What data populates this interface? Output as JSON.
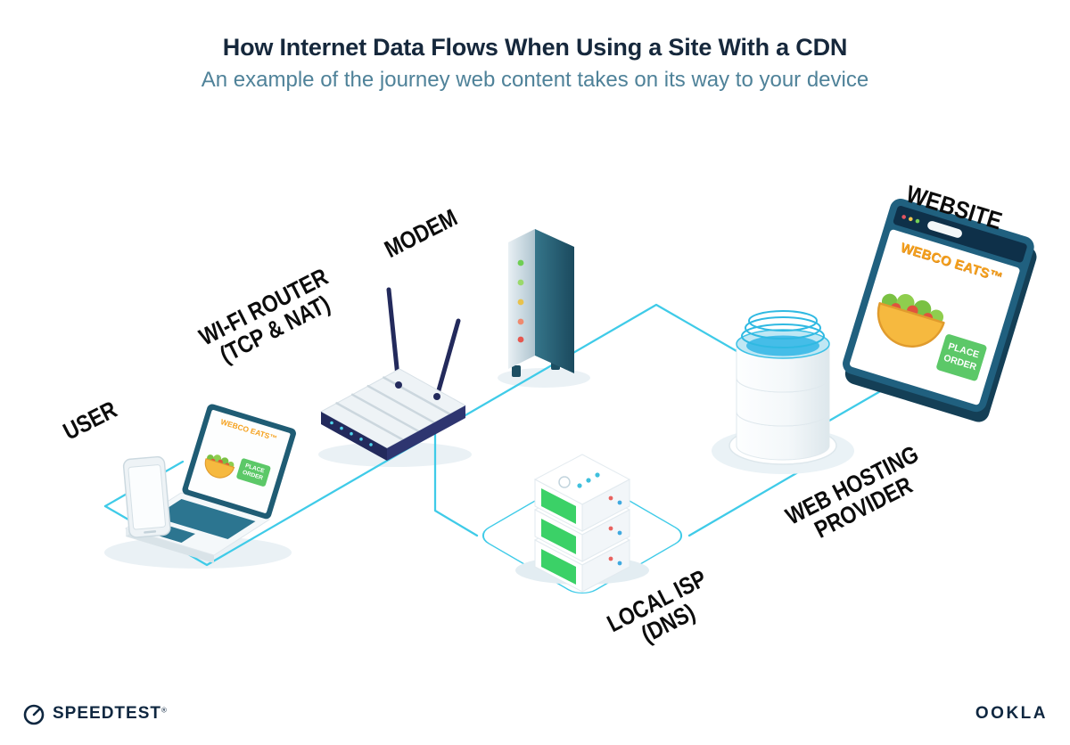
{
  "header": {
    "title": "How Internet Data Flows When Using a Site With a CDN",
    "subtitle": "An example of the journey web content takes on its way to your device"
  },
  "diagram": {
    "nodes": {
      "user": {
        "label": "USER"
      },
      "wifi_router": {
        "label": "WI-FI ROUTER",
        "sublabel": "(TCP & NAT)"
      },
      "modem": {
        "label": "MODEM"
      },
      "local_isp": {
        "label": "LOCAL ISP",
        "sublabel": "(DNS)"
      },
      "web_hosting": {
        "label": "WEB HOSTING",
        "sublabel": "PROVIDER"
      },
      "website": {
        "label": "WEBSITE"
      }
    },
    "screens": {
      "laptop": {
        "site_name": "WEBCO EATS™",
        "order_line1": "PLACE",
        "order_line2": "ORDER"
      },
      "website": {
        "site_name": "WEBCO EATS™",
        "order_line1": "PLACE",
        "order_line2": "ORDER"
      }
    }
  },
  "footer": {
    "speedtest_label": "SPEEDTEST",
    "speedtest_mark": "®",
    "ookla_label": "OOKLA"
  },
  "colors": {
    "connection_line": "#3fcbe8",
    "device_teal": "#20607f",
    "brand_navy": "#0f2740",
    "subtitle_teal": "#4f8299",
    "site_orange": "#f5a11e",
    "button_green": "#5cc868",
    "server_green": "#3bd167"
  }
}
